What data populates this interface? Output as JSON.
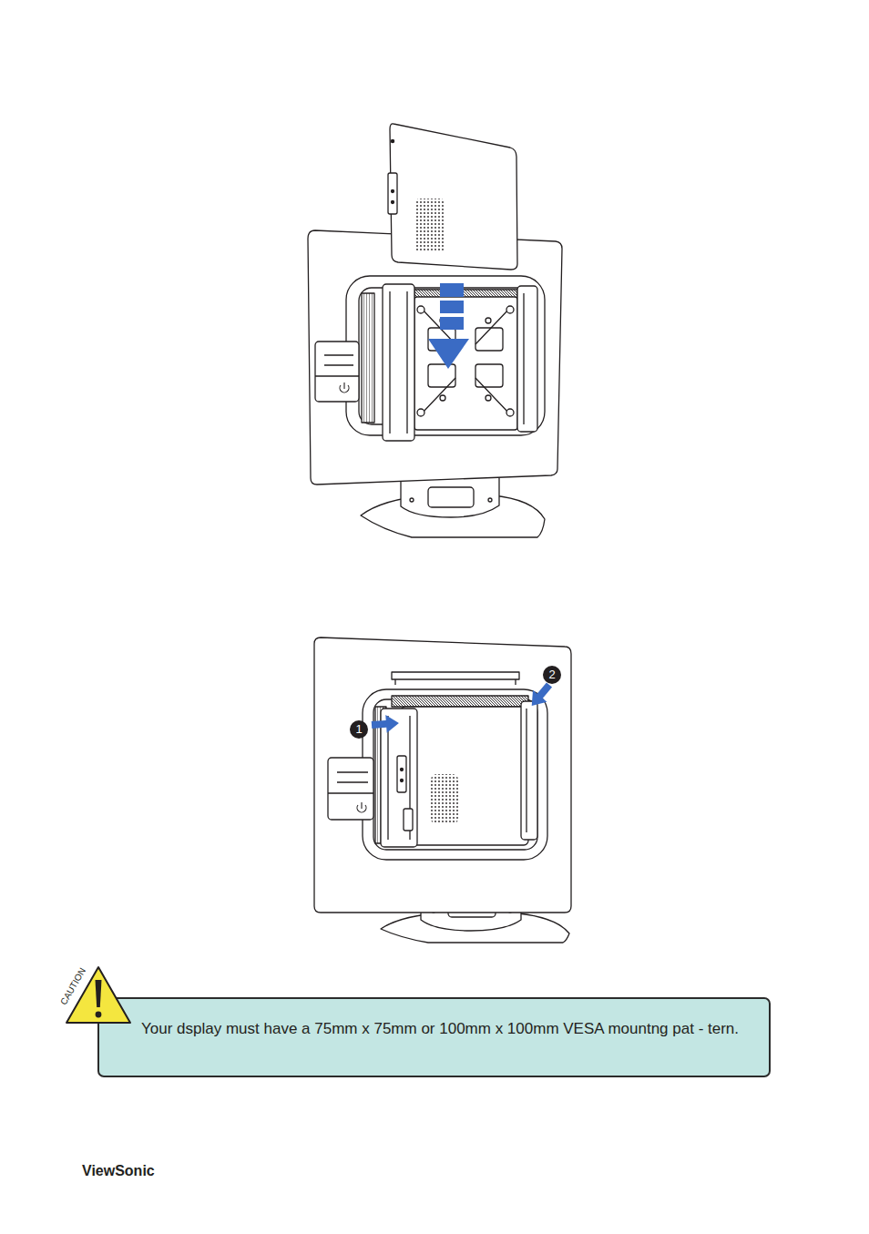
{
  "diagram": {
    "nodes": [
      {
        "text": [
          "2"
        ]
      },
      {
        "text": [
          "1"
        ]
      },
      {
        "text": [
          "CAUTION"
        ]
      },
      {
        "text": [
          "Your dsplay must have a 75mm x 75mm or 100mm x 100mm VESA mountng pat - tern."
        ]
      }
    ],
    "labels": [
      "ViewSonic"
    ]
  }
}
